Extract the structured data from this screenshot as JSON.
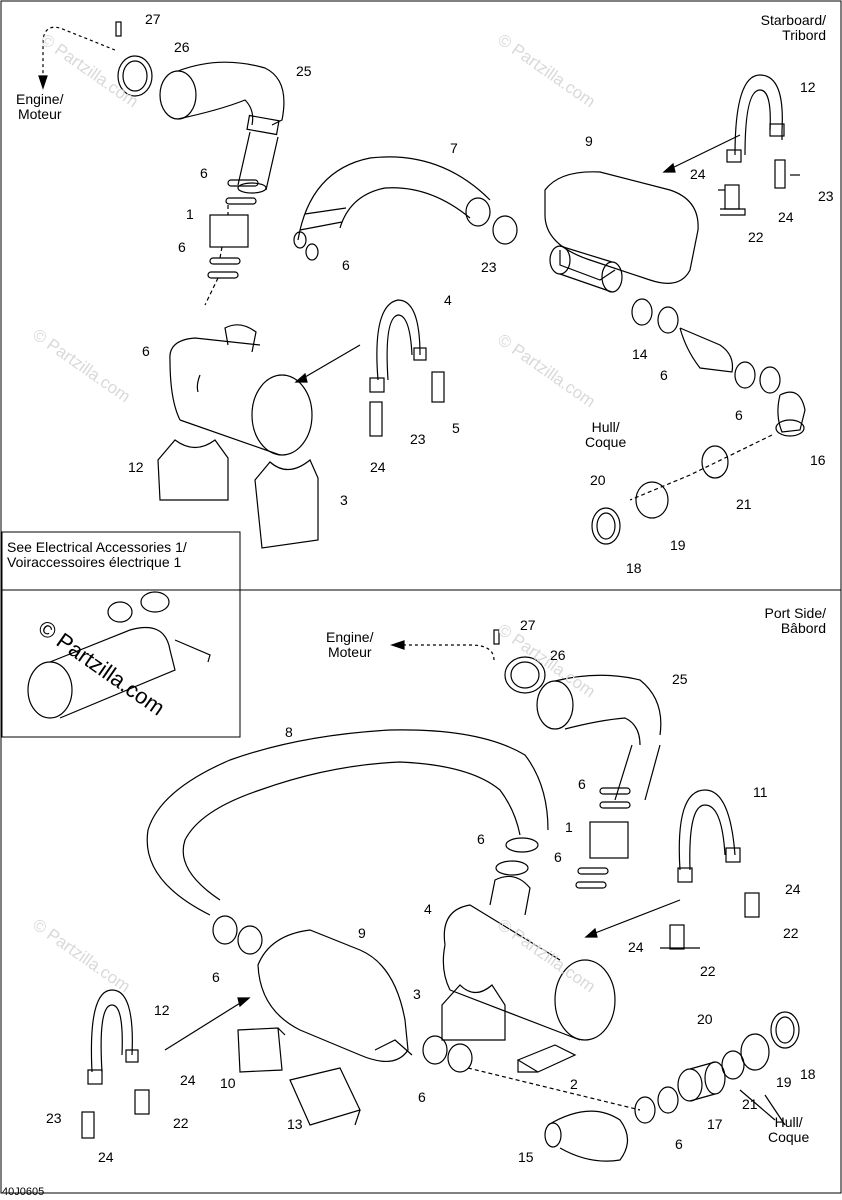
{
  "watermark": "© Partzilla.com",
  "sections": {
    "starboard": {
      "title_line1": "Starboard/",
      "title_line2": "Tribord",
      "engine_line1": "Engine/",
      "engine_line2": "Moteur",
      "hull_line1": "Hull/",
      "hull_line2": "Coque"
    },
    "port": {
      "title_line1": "Port Side/",
      "title_line2": "Bâbord",
      "engine_line1": "Engine/",
      "engine_line2": "Moteur",
      "hull_line1": "Hull/",
      "hull_line2": "Coque"
    }
  },
  "inset": {
    "line1": "See Electrical Accessories 1/",
    "line2": "Voiraccessoires électrique 1",
    "watermark": "© Partzilla.com"
  },
  "callouts": {
    "top": [
      "27",
      "26",
      "25",
      "7",
      "9",
      "12",
      "24",
      "23",
      "24",
      "22",
      "6",
      "1",
      "6",
      "6",
      "6",
      "4",
      "12",
      "3",
      "5",
      "23",
      "24",
      "23",
      "6",
      "14",
      "6",
      "16",
      "21",
      "20",
      "19",
      "18"
    ],
    "bottom": [
      "27",
      "26",
      "25",
      "8",
      "6",
      "1",
      "6",
      "6",
      "11",
      "24",
      "22",
      "24",
      "22",
      "4",
      "9",
      "12",
      "3",
      "6",
      "24",
      "22",
      "23",
      "24",
      "10",
      "13",
      "2",
      "6",
      "15",
      "6",
      "17",
      "21",
      "20",
      "19",
      "18"
    ]
  },
  "footer_code": "40J0605"
}
